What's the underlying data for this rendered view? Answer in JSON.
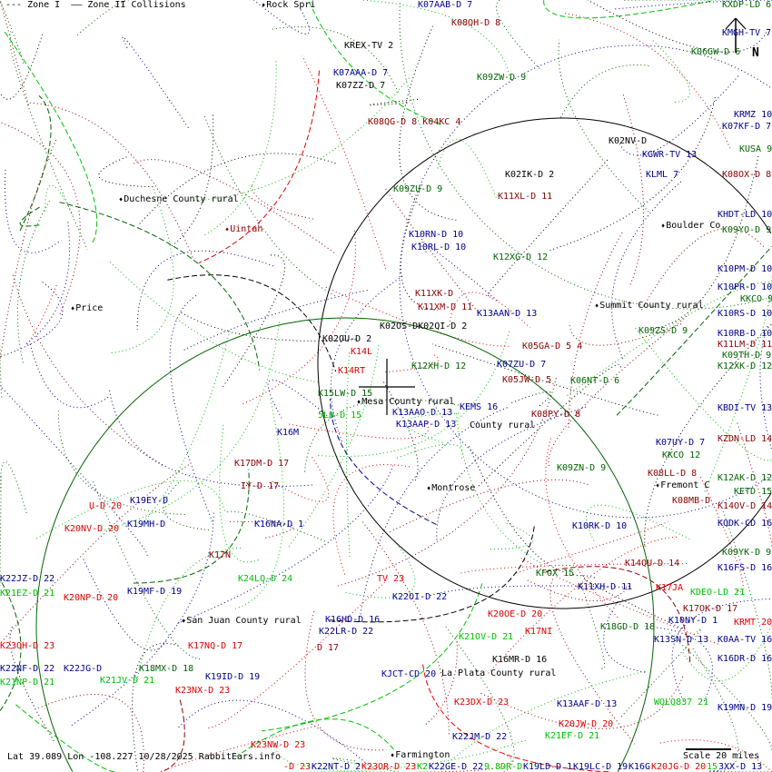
{
  "legend": {
    "zone1": "--- Zone I",
    "zone2": "—— Zone II Collisions"
  },
  "footer": {
    "text": "Lat 39.089 Lon -108.227 10/28/2025 RabbitEars.info"
  },
  "scale": {
    "label": "Scale 20 miles"
  },
  "north": {
    "label": "N"
  },
  "colors": {
    "navy": "#00008b",
    "green": "#006400",
    "red": "#e00000",
    "darkred": "#8b0000",
    "lime": "#00c000"
  },
  "labels": [
    {
      "text": "KXDP-LD 6",
      "color": "green"
    },
    {
      "text": "KMGH-TV 7",
      "color": "navy"
    },
    {
      "text": "K06GW-D 6",
      "color": "green"
    },
    {
      "text": "KRMZ 10",
      "color": "navy"
    },
    {
      "text": "K07KF-D 7",
      "color": "navy"
    },
    {
      "text": "KUSA 9",
      "color": "green"
    },
    {
      "text": "K08OX-D 8",
      "color": "darkred"
    },
    {
      "text": "KHDT-LD 10",
      "color": "navy"
    },
    {
      "text": "K09YO-D 9",
      "color": "green"
    },
    {
      "text": "K10PM-D 10",
      "color": "navy"
    },
    {
      "text": "K10PR-D 10",
      "color": "navy"
    },
    {
      "text": "KKCO 9",
      "color": "green"
    },
    {
      "text": "K10RS-D 10",
      "color": "navy"
    },
    {
      "text": "K10RB-D 10",
      "color": "navy"
    },
    {
      "text": "K11LM-D 11",
      "color": "darkred"
    },
    {
      "text": "K09TH-D 9",
      "color": "green"
    },
    {
      "text": "K12XK-D 12",
      "color": "green"
    },
    {
      "text": "KBDI-TV 13",
      "color": "navy"
    },
    {
      "text": "KZDN-LD 14",
      "color": "darkred"
    },
    {
      "text": "K12AK-D 12",
      "color": "green"
    },
    {
      "text": "KETD 15",
      "color": "green"
    },
    {
      "text": "K14OV-D 14",
      "color": "darkred"
    },
    {
      "text": "KQDK-CD 16",
      "color": "navy"
    },
    {
      "text": "K09YK-D 9",
      "color": "green"
    },
    {
      "text": "K16FS-D 16",
      "color": "navy"
    },
    {
      "text": "KDEO-LD 21",
      "color": "lime"
    },
    {
      "text": "K17OK-D 17",
      "color": "darkred"
    },
    {
      "text": "KRMT 20",
      "color": "red"
    },
    {
      "text": "K10NY-D 1",
      "color": "navy"
    },
    {
      "text": "K13SN-D 13",
      "color": "navy"
    },
    {
      "text": "K0AA-TV 16",
      "color": "navy"
    },
    {
      "text": "K16DR-D 16",
      "color": "navy"
    },
    {
      "text": "WQLQ837 21",
      "color": "lime"
    },
    {
      "text": "K19MN-D 19",
      "color": "navy"
    },
    {
      "text": "K07UY-D 7",
      "color": "navy"
    },
    {
      "text": "KKCO 12",
      "color": "green"
    },
    {
      "text": "K08LL-D 8",
      "color": "darkred"
    },
    {
      "text": "Fremont C",
      "color": "black",
      "city": true
    },
    {
      "text": "K08MB-D",
      "color": "darkred"
    },
    {
      "text": "K14QU-D 14",
      "color": "darkred"
    },
    {
      "text": "K17JA",
      "color": "red"
    },
    {
      "text": "K11XH-D 11",
      "color": "navy"
    },
    {
      "text": "KFOX 15",
      "color": "green"
    },
    {
      "text": "K18GD-D 18",
      "color": "green"
    },
    {
      "text": "K10RK-D 10",
      "color": "navy"
    },
    {
      "text": "K09ZN-D 9",
      "color": "green"
    },
    {
      "text": "K08PY-D 8",
      "color": "darkred"
    },
    {
      "text": "K06NT-D 6",
      "color": "green"
    },
    {
      "text": "K05JW-D 5",
      "color": "darkred"
    },
    {
      "text": "K07ZU-D 7",
      "color": "navy"
    },
    {
      "text": "K05GA-D 5 4",
      "color": "darkred"
    },
    {
      "text": "K13AAN-D 13",
      "color": "navy"
    },
    {
      "text": "K12XG-D 12",
      "color": "green"
    },
    {
      "text": "K11XL-D 11",
      "color": "darkred"
    },
    {
      "text": "K02IK-D 2",
      "color": "black"
    },
    {
      "text": "KGWR-TV 13",
      "color": "navy"
    },
    {
      "text": "KLML 7",
      "color": "navy"
    },
    {
      "text": "Boulder Co",
      "color": "black",
      "city": true
    },
    {
      "text": "Summit County rural",
      "color": "black",
      "city": true
    },
    {
      "text": "K09ZS-D 9",
      "color": "green"
    },
    {
      "text": "K02NV-D",
      "color": "black"
    },
    {
      "text": "K10RN-D 10",
      "color": "navy"
    },
    {
      "text": "K10RL-D 10",
      "color": "navy"
    },
    {
      "text": "K09ZU-D 9",
      "color": "green"
    },
    {
      "text": "K08QG-D 8 K04KC 4",
      "color": "darkred"
    },
    {
      "text": "K07AAA-D 7",
      "color": "navy"
    },
    {
      "text": "K07ZZ-D 7",
      "color": "black"
    },
    {
      "text": "KREX-TV 2",
      "color": "black"
    },
    {
      "text": "K07AAB-D 7",
      "color": "navy"
    },
    {
      "text": "K08QH-D 8",
      "color": "darkred"
    },
    {
      "text": "K09ZW-D 9",
      "color": "green"
    },
    {
      "text": "Rock Spri",
      "color": "black",
      "city": true
    },
    {
      "text": "Duchesne County rural",
      "color": "black",
      "city": true
    },
    {
      "text": "Uintah",
      "color": "darkred",
      "city": true
    },
    {
      "text": "Price",
      "color": "black",
      "city": true
    },
    {
      "text": "K11XK-D",
      "color": "darkred"
    },
    {
      "text": "K11XM-D 11",
      "color": "darkred"
    },
    {
      "text": "K02OS-DK02QI-D 2",
      "color": "black"
    },
    {
      "text": "K02OU-D 2",
      "color": "black"
    },
    {
      "text": "K14L",
      "color": "red"
    },
    {
      "text": "K14RT",
      "color": "red"
    },
    {
      "text": "K12XH-D 12",
      "color": "green"
    },
    {
      "text": "K15LW-D 15",
      "color": "green"
    },
    {
      "text": "K13AAO-D 13",
      "color": "navy"
    },
    {
      "text": "KEMS 16",
      "color": "navy"
    },
    {
      "text": "K13AAP-D 13",
      "color": "navy"
    },
    {
      "text": "County rural",
      "color": "black"
    },
    {
      "text": "Mesa County rural",
      "color": "black",
      "city": true
    },
    {
      "text": "5LU-D 15",
      "color": "lime"
    },
    {
      "text": "K16M",
      "color": "navy"
    },
    {
      "text": "K17DM-D 17",
      "color": "darkred"
    },
    {
      "text": "IY-D 17",
      "color": "darkred"
    },
    {
      "text": "Montrose",
      "color": "black",
      "city": true
    },
    {
      "text": "K19EY-D",
      "color": "navy"
    },
    {
      "text": "U-D 20",
      "color": "red"
    },
    {
      "text": "K20NV-D 20",
      "color": "red"
    },
    {
      "text": "K19MH-D",
      "color": "navy"
    },
    {
      "text": "K16NA-D 1",
      "color": "navy"
    },
    {
      "text": "K17N",
      "color": "darkred"
    },
    {
      "text": "K22JZ-D 22",
      "color": "navy"
    },
    {
      "text": "K21EZ-D 21",
      "color": "lime"
    },
    {
      "text": "K20NP-D 20",
      "color": "red"
    },
    {
      "text": "K19MF-D 19",
      "color": "navy"
    },
    {
      "text": "K24LQ-D 24",
      "color": "lime"
    },
    {
      "text": "TV 23",
      "color": "red"
    },
    {
      "text": "K22OI-D 22",
      "color": "navy"
    },
    {
      "text": "K16HD-D 16",
      "color": "navy"
    },
    {
      "text": "K22LR-D 22",
      "color": "navy"
    },
    {
      "text": "San Juan County rural",
      "color": "black",
      "city": true
    },
    {
      "text": "K17NQ-D 17",
      "color": "red"
    },
    {
      "text": "D 17",
      "color": "darkred"
    },
    {
      "text": "K23OH-D 23",
      "color": "red"
    },
    {
      "text": "K22NF-D 22",
      "color": "navy"
    },
    {
      "text": "K22JG-D",
      "color": "navy"
    },
    {
      "text": "K18MX-D 18",
      "color": "green"
    },
    {
      "text": "K21NP-D 21",
      "color": "lime"
    },
    {
      "text": "K21JV-D 21",
      "color": "lime"
    },
    {
      "text": "K23NX-D 23",
      "color": "red"
    },
    {
      "text": "K19ID-D 19",
      "color": "navy"
    },
    {
      "text": "K20OE-D 20",
      "color": "red"
    },
    {
      "text": "K17NI",
      "color": "red"
    },
    {
      "text": "K21OV-D 21",
      "color": "lime"
    },
    {
      "text": "K16MR-D 16",
      "color": "black"
    },
    {
      "text": "KJCT-CD 20",
      "color": "navy"
    },
    {
      "text": "La Plata County rural",
      "color": "black"
    },
    {
      "text": "K23DX-D 23",
      "color": "red"
    },
    {
      "text": "K13AAF-D 13",
      "color": "navy"
    },
    {
      "text": "K20JW-D 20",
      "color": "red"
    },
    {
      "text": "K22JM-D 22",
      "color": "navy"
    },
    {
      "text": "K21EF-D 21",
      "color": "lime"
    },
    {
      "text": "K23NW-D 23",
      "color": "red"
    },
    {
      "text": "Farmington",
      "color": "black",
      "city": true
    },
    {
      "text": "-D 23",
      "color": "red"
    },
    {
      "text": "K22NT-D 2",
      "color": "navy"
    },
    {
      "text": "K23OR-D 23",
      "color": "red"
    },
    {
      "text": "K2",
      "color": "lime"
    },
    {
      "text": "K22GE-D 22",
      "color": "navy"
    },
    {
      "text": "9.8DR-D",
      "color": "lime"
    },
    {
      "text": "K19LD-D 1",
      "color": "navy"
    },
    {
      "text": "K19LC-D 19",
      "color": "navy"
    },
    {
      "text": "K16G",
      "color": "navy"
    },
    {
      "text": "K20JG-D 20",
      "color": "red"
    },
    {
      "text": "15",
      "color": "lime"
    },
    {
      "text": "3XX-D 13",
      "color": "navy"
    }
  ]
}
